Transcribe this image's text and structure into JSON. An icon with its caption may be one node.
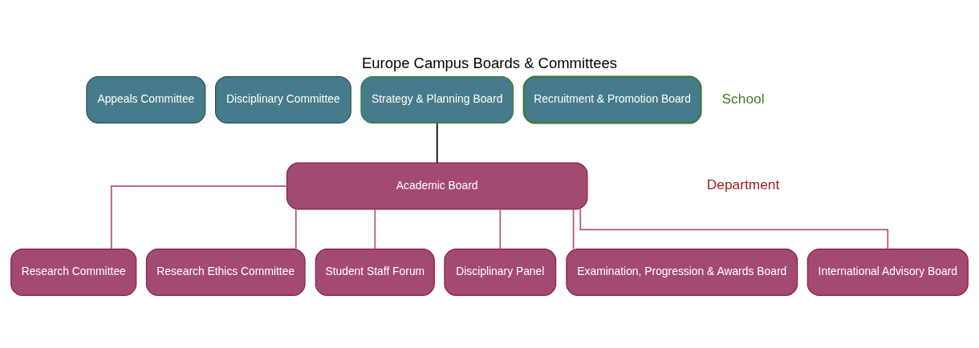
{
  "diagram": {
    "title": "Europe Campus Boards & Committees",
    "nodes": [
      {
        "text": [
          "Appeals Committee"
        ]
      },
      {
        "text": [
          "Disciplinary Committee"
        ]
      },
      {
        "text": [
          "Strategy & Planning Board"
        ]
      },
      {
        "text": [
          "Recruitment & Promotion Board"
        ]
      },
      {
        "text": [
          "Academic Board"
        ]
      },
      {
        "text": [
          "Research Committee"
        ]
      },
      {
        "text": [
          "Research Ethics Committee"
        ]
      },
      {
        "text": [
          "Student Staff Forum"
        ]
      },
      {
        "text": [
          "Disciplinary Panel"
        ]
      },
      {
        "text": [
          "Examination, Progression & Awards Board"
        ]
      },
      {
        "text": [
          "International Advisory Board"
        ]
      }
    ],
    "edges": [
      {
        "from": 2,
        "to": 4,
        "arrow": "none",
        "color": "#000000"
      },
      {
        "from": 4,
        "to": 5,
        "arrow": "none"
      },
      {
        "from": 4,
        "to": 6,
        "arrow": "none"
      },
      {
        "from": 4,
        "to": 7,
        "arrow": "none"
      },
      {
        "from": 4,
        "to": 8,
        "arrow": "none"
      },
      {
        "from": 4,
        "to": 9,
        "arrow": "none"
      },
      {
        "from": 4,
        "to": 10,
        "arrow": "none"
      }
    ],
    "labels": [
      "School",
      "Department"
    ]
  }
}
